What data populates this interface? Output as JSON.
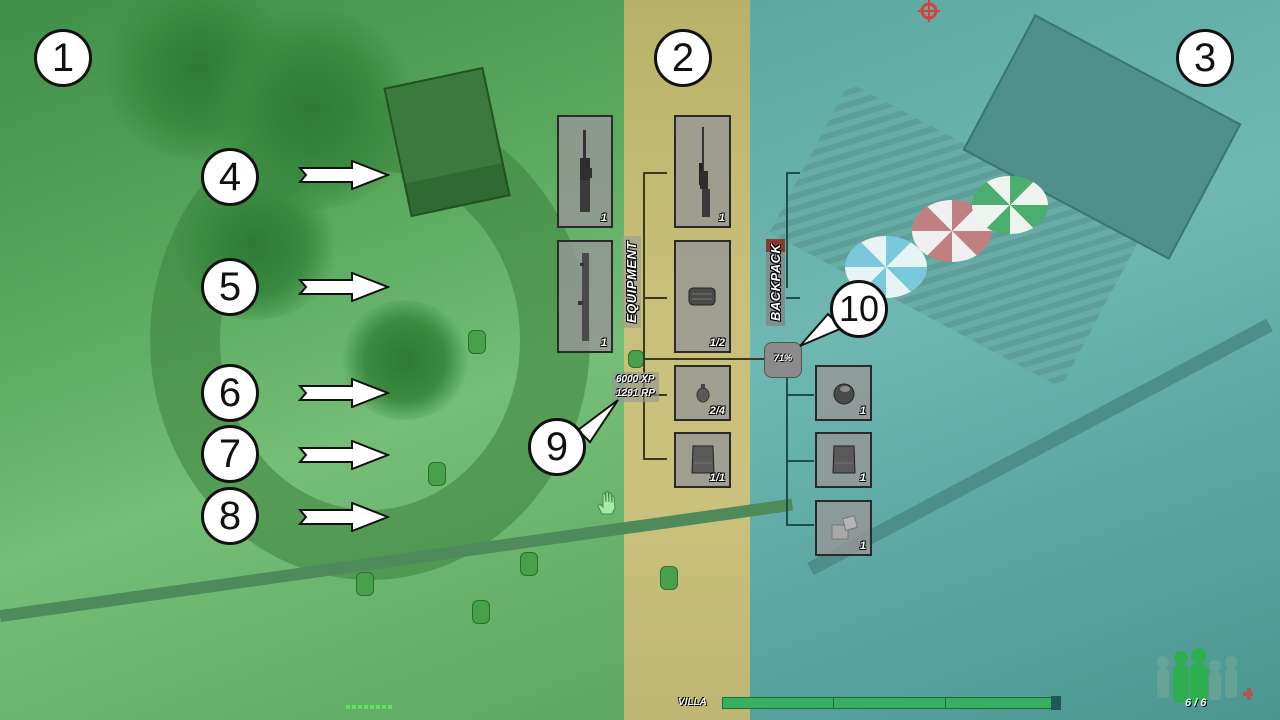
{
  "zones": [
    {
      "id": "1",
      "color": "#4f9f55",
      "description": "green overlay region"
    },
    {
      "id": "2",
      "color": "#c2bb74",
      "description": "yellow overlay region"
    },
    {
      "id": "3",
      "color": "#62aca6",
      "description": "teal overlay region"
    }
  ],
  "callouts": {
    "zone_1": "1",
    "zone_2": "2",
    "zone_3": "3",
    "item_4": "4",
    "item_5": "5",
    "item_6": "6",
    "item_7": "7",
    "item_8": "8",
    "stats": "9",
    "backpack": "10"
  },
  "ground_slots": [
    {
      "icon": "assault-rifle-icon",
      "count": "1"
    },
    {
      "icon": "rocket-launcher-icon",
      "count": "1"
    }
  ],
  "equipment": {
    "label": "EQUIPMENT",
    "slots": [
      {
        "icon": "sniper-rifle-icon",
        "count": "1"
      },
      {
        "icon": "ammo-pouch-icon",
        "count": "1/2"
      },
      {
        "icon": "grenade-icon",
        "count": "2/4"
      },
      {
        "icon": "body-armor-icon",
        "count": "1/1"
      }
    ]
  },
  "stats": {
    "xp": "6000 XP",
    "rp": "1291 RP"
  },
  "backpack": {
    "label": "BACKPACK",
    "capacity": "71%",
    "slots": [
      {
        "icon": "landmine-icon",
        "count": "1"
      },
      {
        "icon": "body-armor-icon",
        "count": "1"
      },
      {
        "icon": "medkit-icon",
        "count": "1"
      }
    ]
  },
  "hud": {
    "location": "VILLA",
    "progress_segments": 3,
    "squad_count": "6 / 6",
    "ammo_pips": 8,
    "colors": {
      "progress_fill": "#38b060",
      "squad": "#2fae4f",
      "crosshair": "#d84040"
    }
  }
}
